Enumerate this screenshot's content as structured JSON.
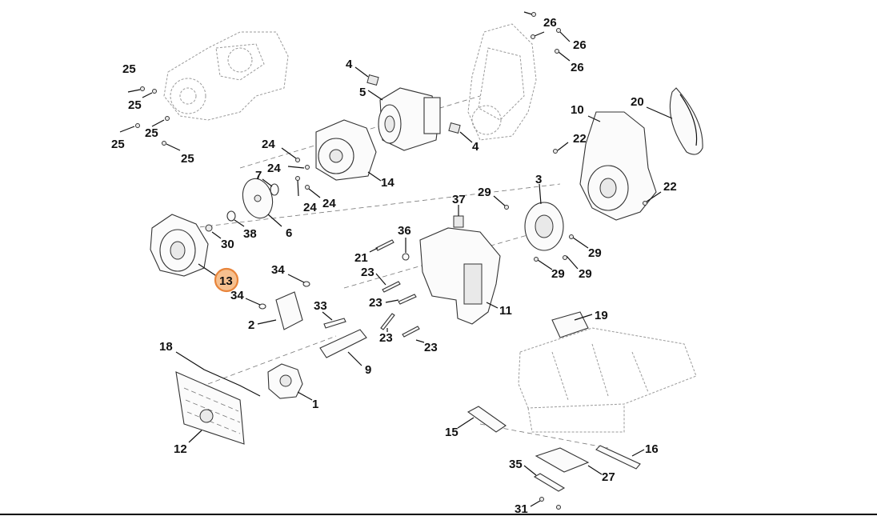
{
  "highlight_color": "#e8843a",
  "callouts": [
    {
      "id": "c25a",
      "text": "25"
    },
    {
      "id": "c25b",
      "text": "25"
    },
    {
      "id": "c25c",
      "text": "25"
    },
    {
      "id": "c25d",
      "text": "25"
    },
    {
      "id": "c25e",
      "text": "25"
    },
    {
      "id": "c26a",
      "text": "26"
    },
    {
      "id": "c26b",
      "text": "26"
    },
    {
      "id": "c26c",
      "text": "26"
    },
    {
      "id": "c4a",
      "text": "4"
    },
    {
      "id": "c4b",
      "text": "4"
    },
    {
      "id": "c5",
      "text": "5"
    },
    {
      "id": "c10",
      "text": "10"
    },
    {
      "id": "c20",
      "text": "20"
    },
    {
      "id": "c22a",
      "text": "22"
    },
    {
      "id": "c22b",
      "text": "22"
    },
    {
      "id": "c24a",
      "text": "24"
    },
    {
      "id": "c24b",
      "text": "24"
    },
    {
      "id": "c24c",
      "text": "24"
    },
    {
      "id": "c24d",
      "text": "24"
    },
    {
      "id": "c7",
      "text": "7"
    },
    {
      "id": "c14",
      "text": "14"
    },
    {
      "id": "c6",
      "text": "6"
    },
    {
      "id": "c30",
      "text": "30"
    },
    {
      "id": "c38",
      "text": "38"
    },
    {
      "id": "c3",
      "text": "3"
    },
    {
      "id": "c29a",
      "text": "29"
    },
    {
      "id": "c29b",
      "text": "29"
    },
    {
      "id": "c29c",
      "text": "29"
    },
    {
      "id": "c29d",
      "text": "29"
    },
    {
      "id": "c37",
      "text": "37"
    },
    {
      "id": "c36",
      "text": "36"
    },
    {
      "id": "c21",
      "text": "21"
    },
    {
      "id": "c23a",
      "text": "23"
    },
    {
      "id": "c23b",
      "text": "23"
    },
    {
      "id": "c23c",
      "text": "23"
    },
    {
      "id": "c23d",
      "text": "23"
    },
    {
      "id": "c11",
      "text": "11"
    },
    {
      "id": "c13",
      "text": "13"
    },
    {
      "id": "c34a",
      "text": "34"
    },
    {
      "id": "c34b",
      "text": "34"
    },
    {
      "id": "c33",
      "text": "33"
    },
    {
      "id": "c2",
      "text": "2"
    },
    {
      "id": "c9",
      "text": "9"
    },
    {
      "id": "c18",
      "text": "18"
    },
    {
      "id": "c1",
      "text": "1"
    },
    {
      "id": "c12",
      "text": "12"
    },
    {
      "id": "c19",
      "text": "19"
    },
    {
      "id": "c15",
      "text": "15"
    },
    {
      "id": "c16",
      "text": "16"
    },
    {
      "id": "c35",
      "text": "35"
    },
    {
      "id": "c27",
      "text": "27"
    },
    {
      "id": "c31",
      "text": "31"
    }
  ]
}
